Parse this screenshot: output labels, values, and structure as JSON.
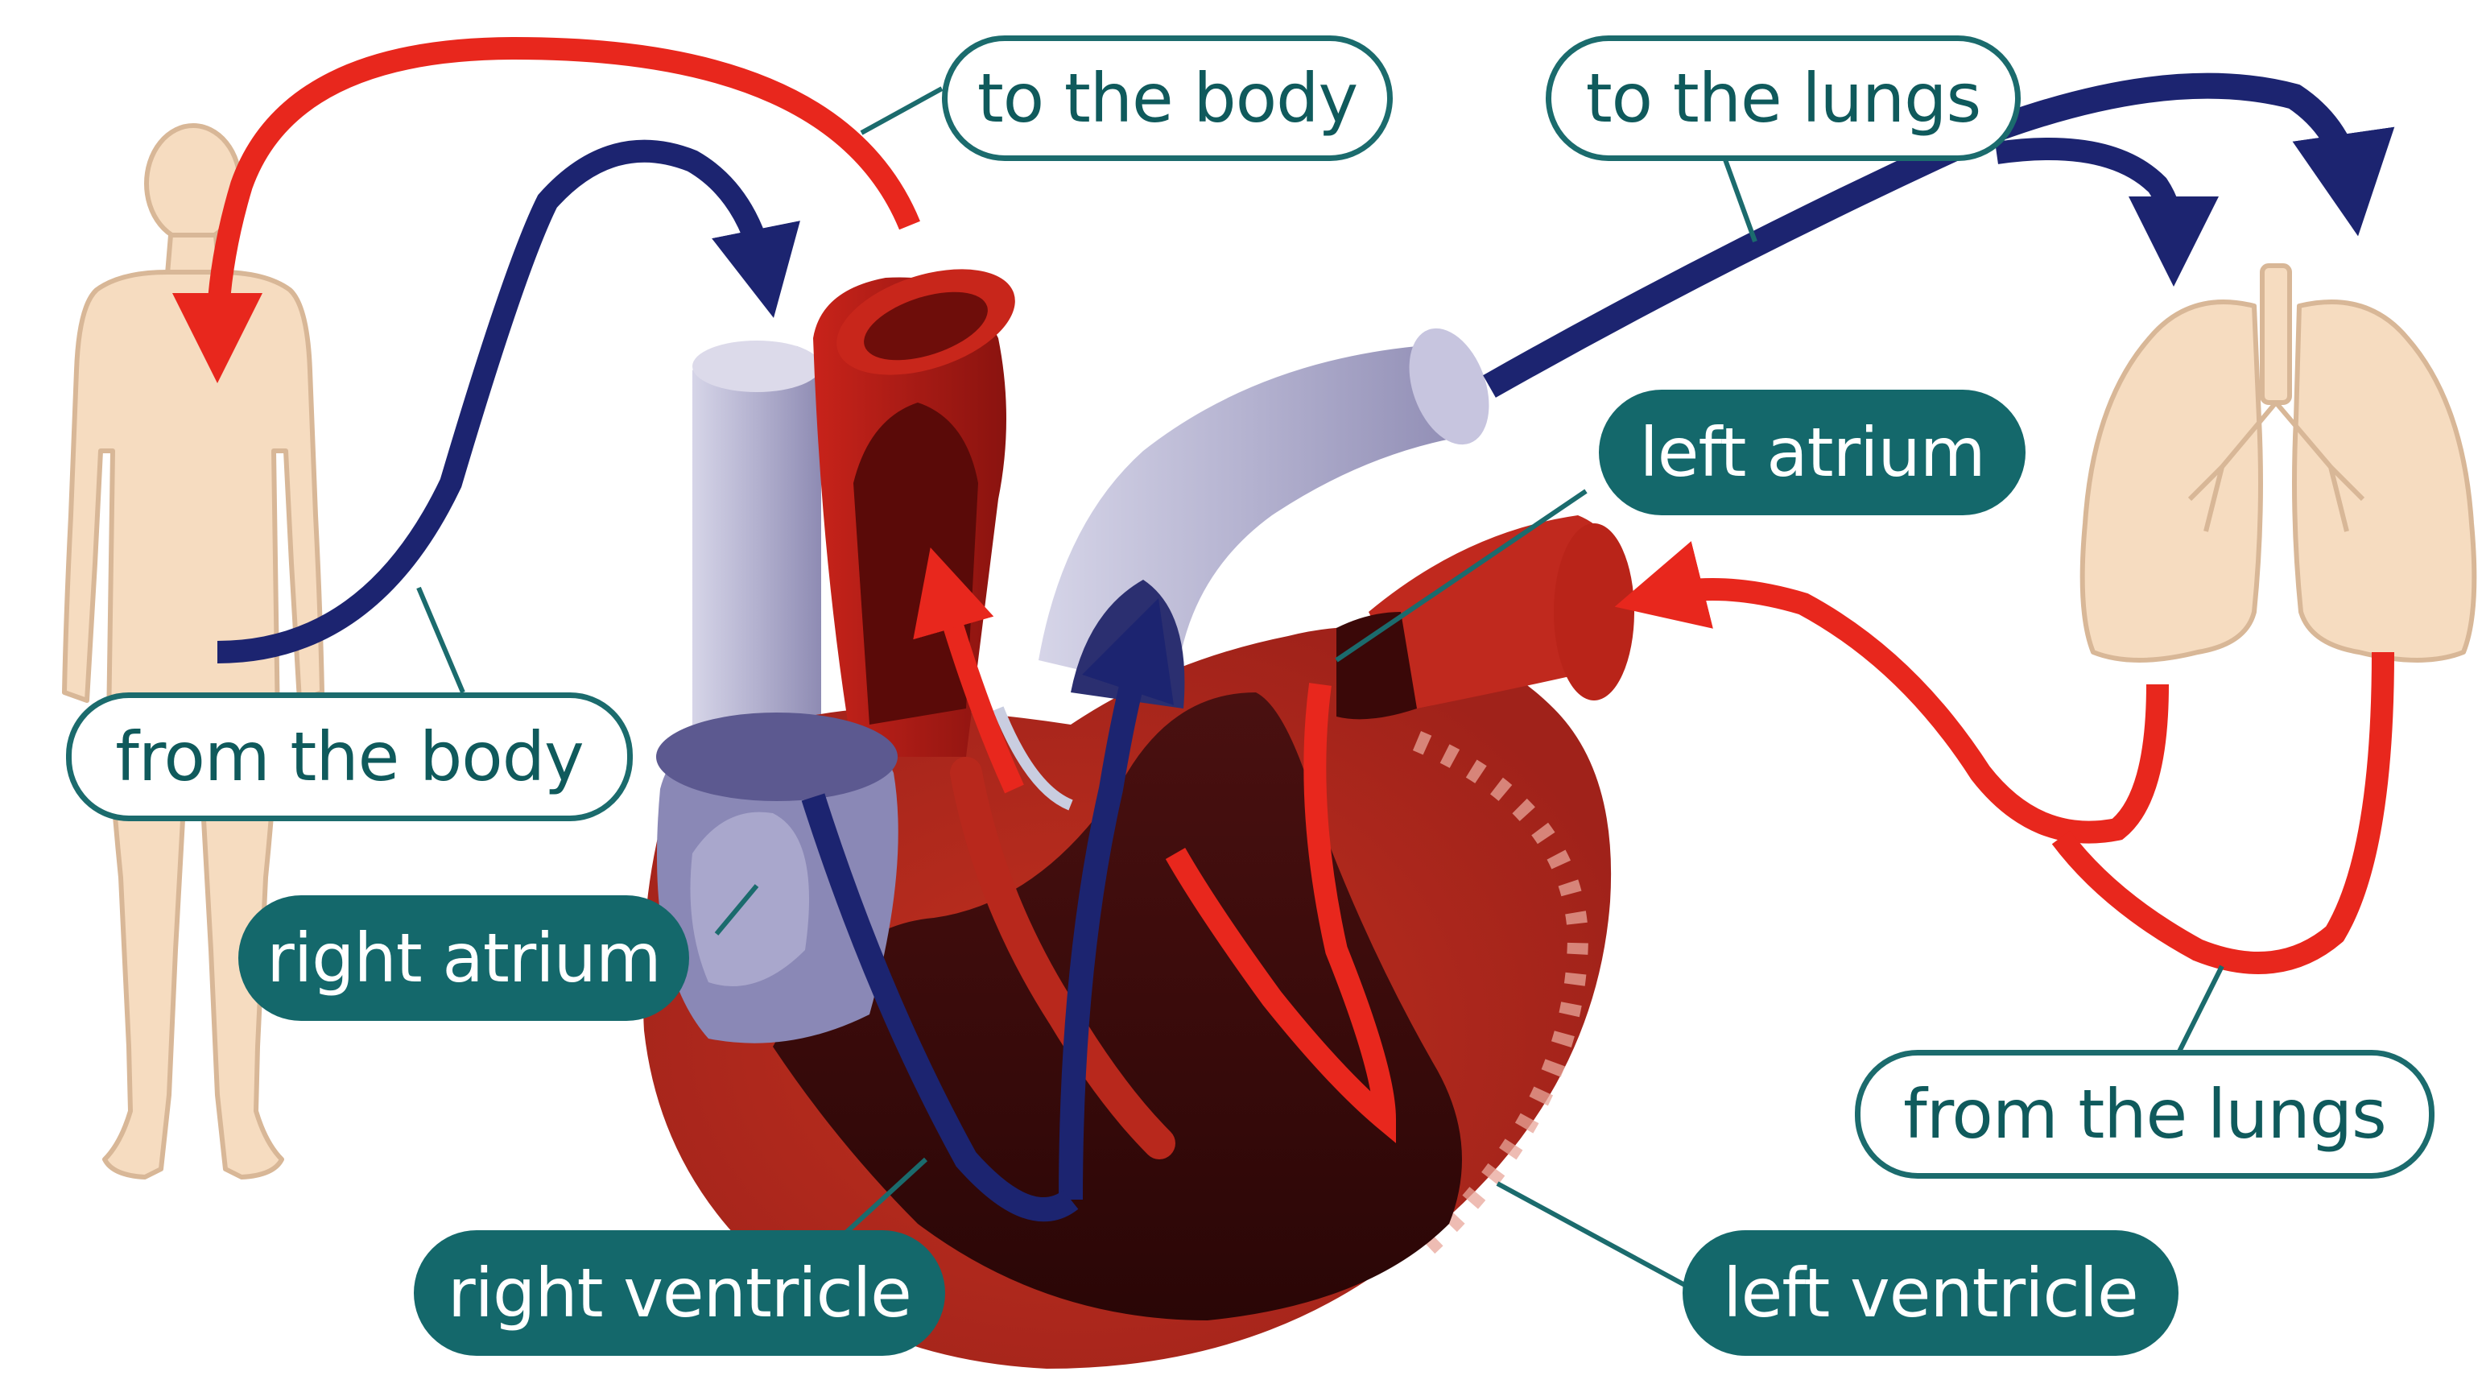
{
  "labels": {
    "to_the_body": "to the body",
    "to_the_lungs": "to the lungs",
    "from_the_body": "from the body",
    "from_the_lungs": "from the lungs",
    "left_atrium": "left atrium",
    "right_atrium": "right atrium",
    "right_ventricle": "right ventricle",
    "left_ventricle": "left ventricle"
  },
  "colors": {
    "oxygenated_blood": "#e8271d",
    "deoxygenated_blood": "#1c2470",
    "label_teal": "#14686b",
    "body_skin": "#f6dcc0",
    "heart_muscle": "#b8281c",
    "vein_lavender": "#b6b4d0"
  },
  "icons": {
    "body": "human-body-icon",
    "lungs": "lungs-icon",
    "heart": "heart-cross-section-icon"
  }
}
